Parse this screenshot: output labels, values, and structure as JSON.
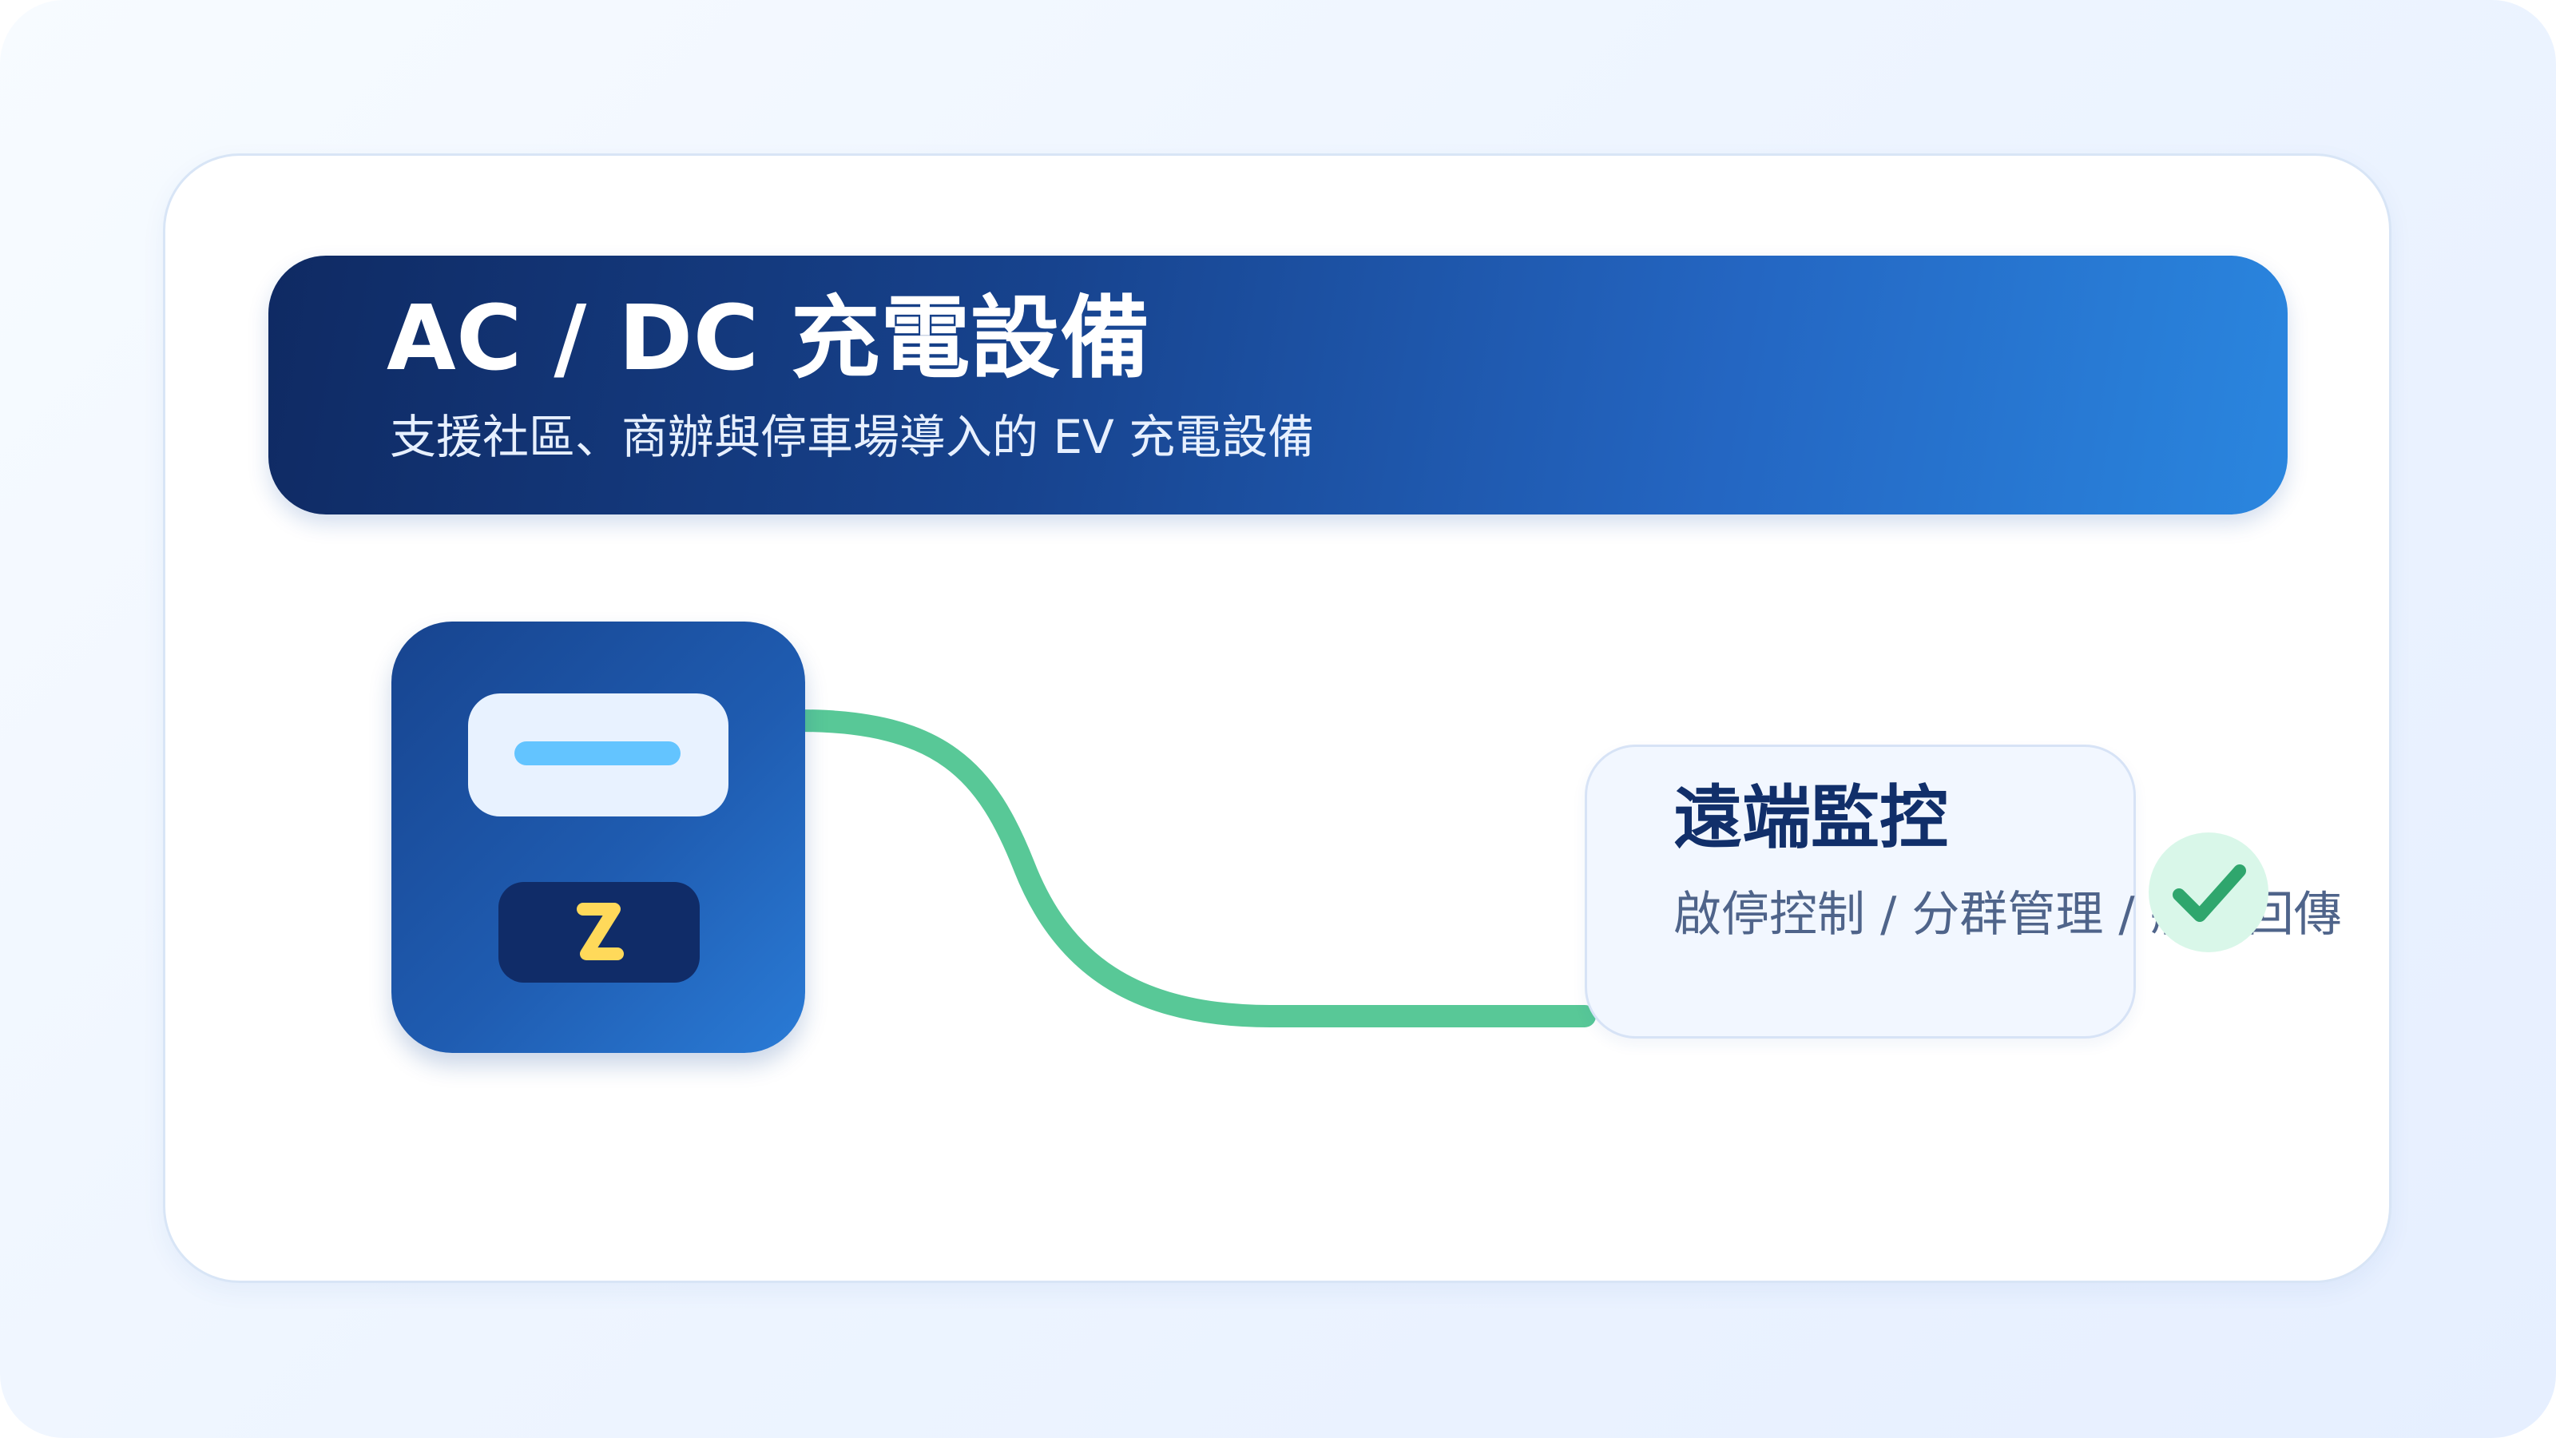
{
  "hero": {
    "title": "AC / DC 充電設備",
    "subtitle": "支援社區、商辦與停車場導入的 EV 充電設備"
  },
  "charger": {
    "badge_text": "Z"
  },
  "feature_card": {
    "title": "遠端監控",
    "description": "啟停控制 / 分群管理 / 狀態回傳"
  },
  "colors": {
    "background_start": "#f7fbff",
    "background_end": "#e6efff",
    "hero_start": "#0f2a63",
    "hero_end": "#2a86df",
    "charger_body": "#1f5cb1",
    "screen_panel": "#e8f2ff",
    "screen_line": "#63c4ff",
    "badge_bg": "#102c68",
    "badge_logo": "#ffd95a",
    "cable": "#58c897",
    "feature_card_bg": "#f2f7ff",
    "feature_title": "#112f6a",
    "feature_text": "#4f648a",
    "check_bg": "#d9f7e9",
    "check_mark": "#2fa66d"
  },
  "icons": {
    "charger": "charger-icon",
    "badge": "z-logo-icon",
    "status": "check-icon"
  }
}
